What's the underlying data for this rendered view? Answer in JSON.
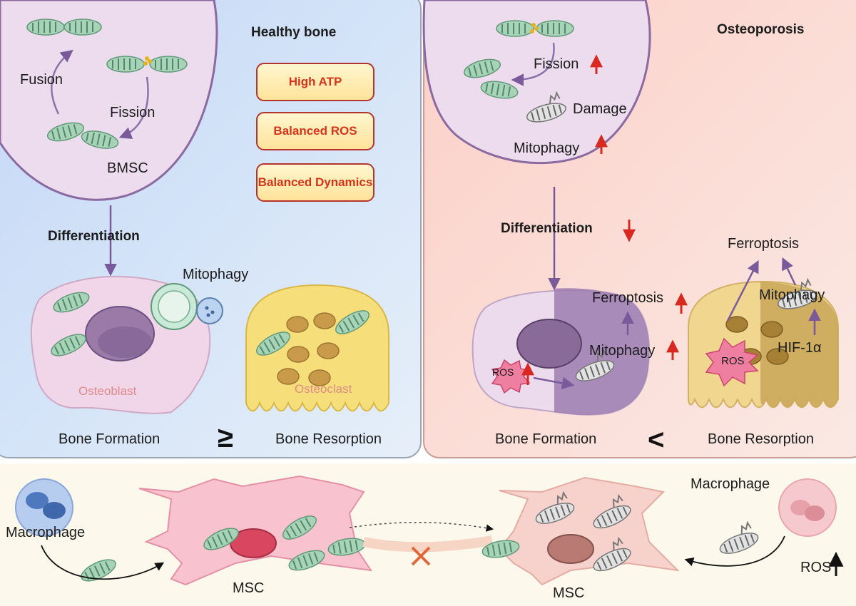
{
  "healthy": {
    "title": "Healthy bone",
    "fusion": "Fusion",
    "fission": "Fission",
    "bmsc": "BMSC",
    "differentiation": "Differentiation",
    "mitophagy": "Mitophagy",
    "stats": [
      "High ATP",
      "Balanced ROS",
      "Balanced Dynamics"
    ],
    "osteoblast": "Osteoblast",
    "osteoclast": "Osteoclast",
    "bone_formation": "Bone Formation",
    "comparison": "≥",
    "bone_resorption": "Bone Resorption"
  },
  "osteoporosis": {
    "title": "Osteoporosis",
    "fission": "Fission",
    "damage": "Damage",
    "mitophagy": "Mitophagy",
    "differentiation": "Differentiation",
    "ferroptosis_top": "Ferroptosis",
    "ferroptosis_cell": "Ferroptosis",
    "mitophagy_cell": "Mitophagy",
    "mitophagy_clast": "Mitophagy",
    "ros_blast": "ROS",
    "ros_clast": "ROS",
    "hif": "HIF-1α",
    "bone_formation": "Bone Formation",
    "comparison": "<",
    "bone_resorption": "Bone Resorption"
  },
  "transfer": {
    "macrophage_left": "Macrophage",
    "macrophage_right": "Macrophage",
    "msc_left": "MSC",
    "msc_right": "MSC",
    "ros": "ROS"
  },
  "colors": {
    "healthy_panel": "#cfe0f7",
    "osteoporosis_panel": "#fbd3cc",
    "arrow_up_red": "#d8281f",
    "arrow_purple": "#7a5a9a",
    "stat_text": "#d6341a"
  },
  "icons": [
    "arrow-up-icon",
    "arrow-down-icon",
    "cross-icon",
    "mitochondrion-icon",
    "cell-icon"
  ]
}
